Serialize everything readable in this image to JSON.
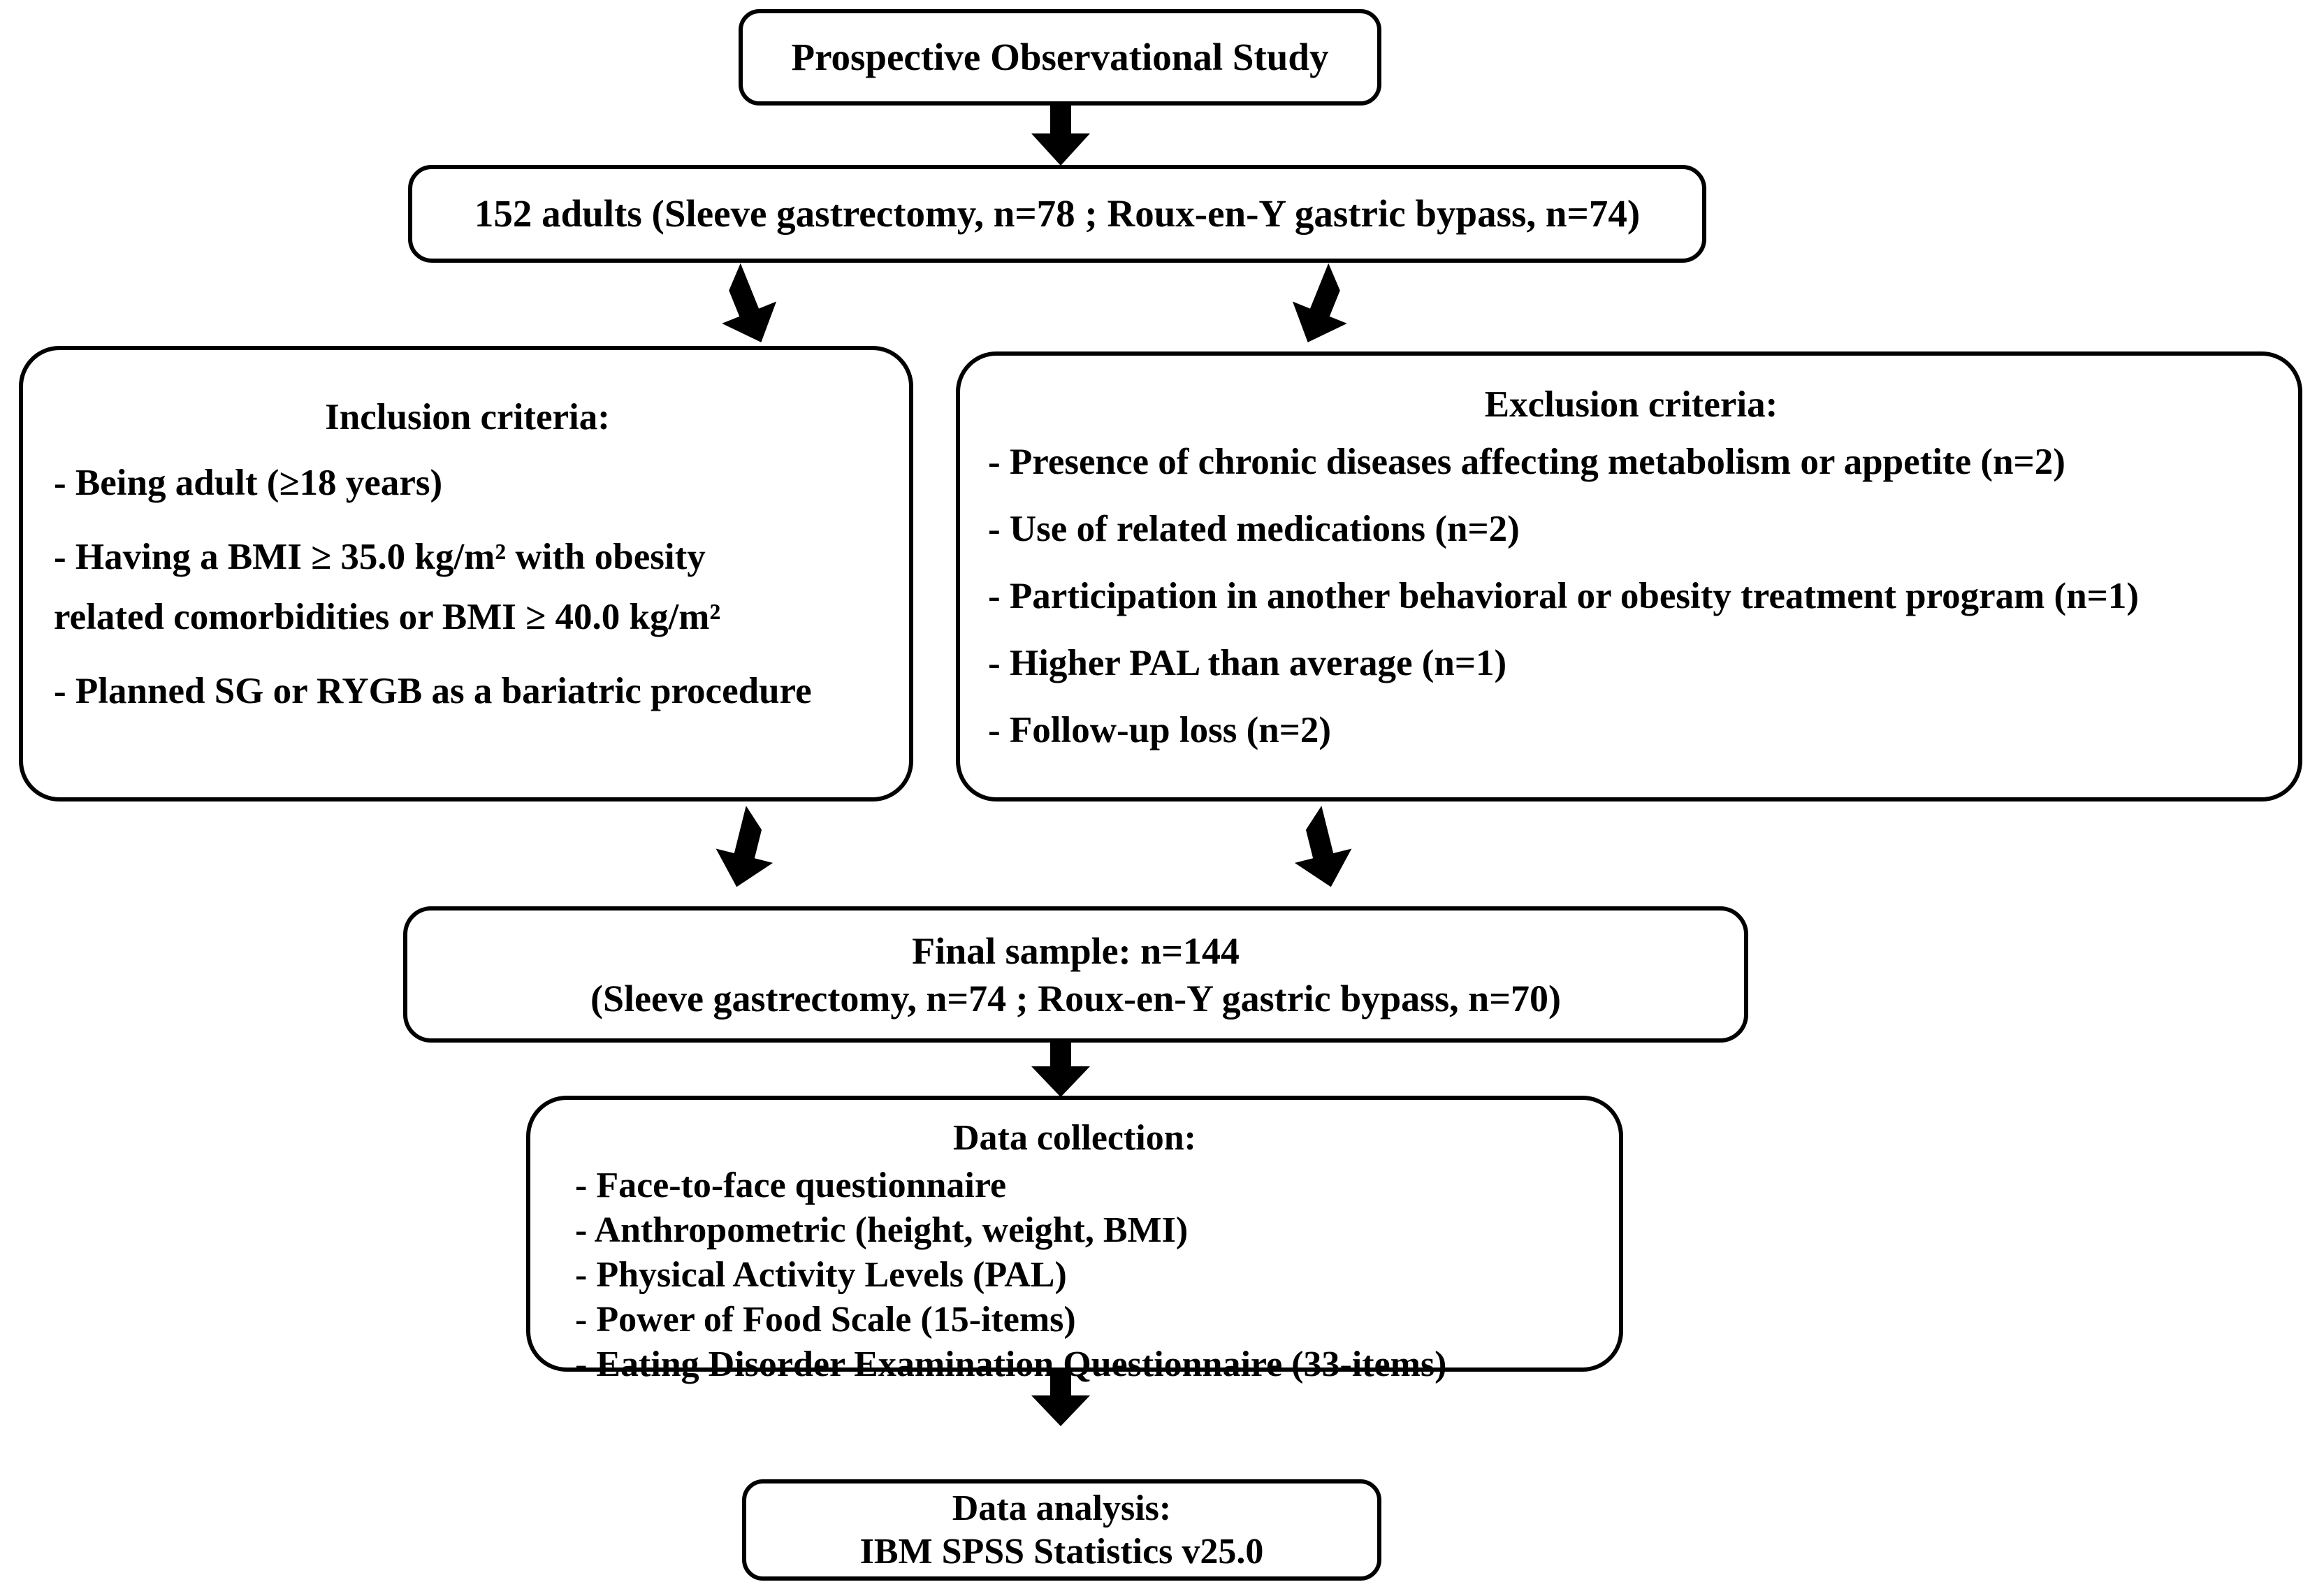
{
  "diagram": {
    "type": "flowchart",
    "orientation": "top-down",
    "nodes": {
      "study_design": {
        "label": "Prospective Observational Study"
      },
      "cohort": {
        "label": "152 adults (Sleeve gastrectomy, n=78 ; Roux-en-Y gastric bypass, n=74)",
        "total_n": 152,
        "sleeve_gastrectomy_n": 78,
        "roux_en_y_gastric_bypass_n": 74
      },
      "inclusion": {
        "title": "Inclusion criteria:",
        "items": [
          "- Being adult (≥18 years)",
          "- Having a BMI ≥ 35.0 kg/m² with obesity",
          "related comorbidities or BMI ≥ 40.0 kg/m²",
          "- Planned SG or RYGB as a bariatric procedure"
        ]
      },
      "exclusion": {
        "title": "Exclusion criteria:",
        "items": [
          "- Presence of chronic diseases affecting metabolism or appetite (n=2)",
          "- Use of related medications (n=2)",
          "- Participation in another behavioral or obesity treatment program (n=1)",
          "- Higher PAL than average (n=1)",
          "- Follow-up loss (n=2)"
        ]
      },
      "final_sample": {
        "line1": "Final sample: n=144",
        "line2": "(Sleeve gastrectomy, n=74 ; Roux-en-Y gastric bypass, n=70)",
        "total_n": 144,
        "sleeve_gastrectomy_n": 74,
        "roux_en_y_gastric_bypass_n": 70
      },
      "data_collection": {
        "title": "Data collection:",
        "items": [
          "- Face-to-face questionnaire",
          "- Anthropometric (height, weight, BMI)",
          "- Physical Activity Levels (PAL)",
          "- Power of Food Scale (15-items)",
          "- Eating Disorder Examination Questionnaire (33-items)"
        ]
      },
      "data_analysis": {
        "line1": "Data analysis:",
        "line2": "IBM SPSS Statistics v25.0"
      }
    },
    "colors": {
      "stroke": "#000000",
      "fill": "#ffffff",
      "text": "#000000"
    },
    "arrows": [
      {
        "name": "arrow-study-to-cohort",
        "direction": "down"
      },
      {
        "name": "arrow-cohort-to-inclusion",
        "direction": "down-left"
      },
      {
        "name": "arrow-cohort-to-exclusion",
        "direction": "down-right"
      },
      {
        "name": "arrow-inclusion-to-final",
        "direction": "down-right"
      },
      {
        "name": "arrow-exclusion-to-final",
        "direction": "down-left"
      },
      {
        "name": "arrow-final-to-collection",
        "direction": "down"
      },
      {
        "name": "arrow-collection-to-analysis",
        "direction": "down"
      }
    ]
  }
}
